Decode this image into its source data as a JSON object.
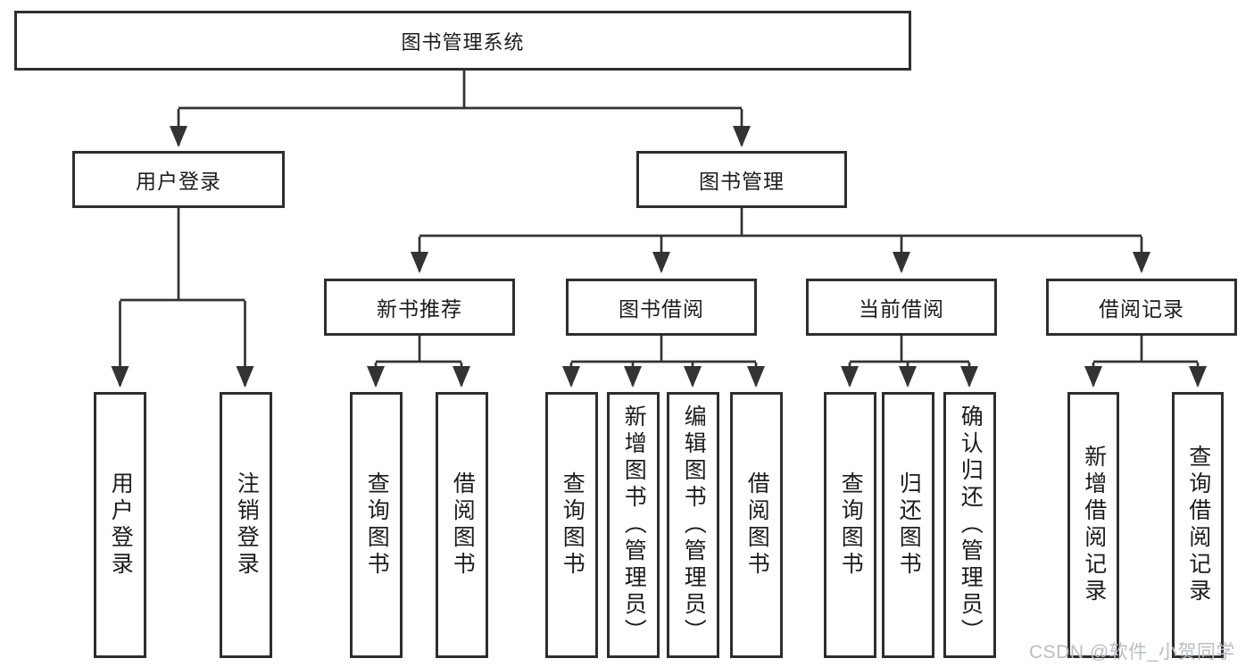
{
  "colors": {
    "line": "#333333",
    "border": "#2e2e2e",
    "text": "#1c1c1c",
    "watermark": "#b9bec4",
    "bg": "#ffffff"
  },
  "watermark": {
    "text": "CSDN @软件_小贺同学"
  },
  "tree": {
    "root": {
      "label": "图书管理系统"
    },
    "children": [
      {
        "label": "用户登录",
        "children": [
          {
            "label": "用户登录"
          },
          {
            "label": "注销登录"
          }
        ]
      },
      {
        "label": "图书管理",
        "children": [
          {
            "label": "新书推荐",
            "children": [
              {
                "label": "查询图书"
              },
              {
                "label": "借阅图书"
              }
            ]
          },
          {
            "label": "图书借阅",
            "children": [
              {
                "label": "查询图书"
              },
              {
                "label": "新增图书（管理员）"
              },
              {
                "label": "编辑图书（管理员）"
              },
              {
                "label": "借阅图书"
              }
            ]
          },
          {
            "label": "当前借阅",
            "children": [
              {
                "label": "查询图书"
              },
              {
                "label": "归还图书"
              },
              {
                "label": "确认归还（管理员）"
              }
            ]
          },
          {
            "label": "借阅记录",
            "children": [
              {
                "label": "新增借阅记录"
              },
              {
                "label": "查询借阅记录"
              }
            ]
          }
        ]
      }
    ]
  }
}
